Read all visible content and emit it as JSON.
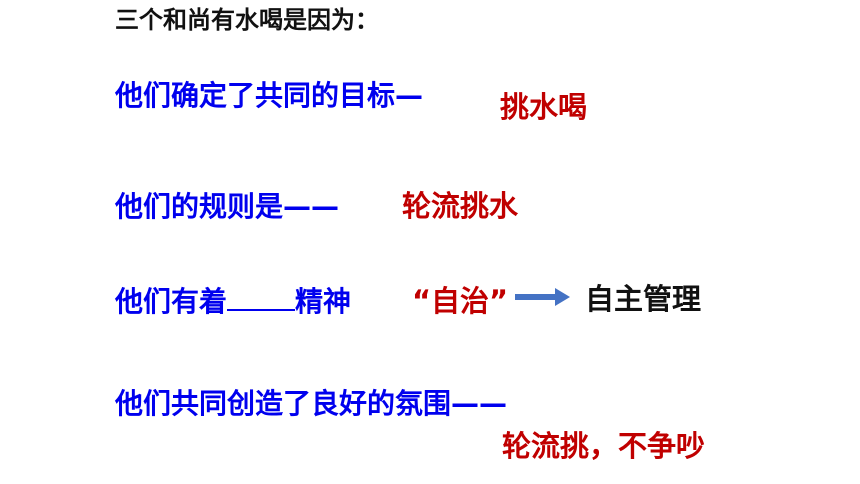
{
  "heading": "三个和尚有水喝是因为：",
  "rows": {
    "goal": {
      "label": "他们确定了共同的目标—",
      "answer": "挑水喝"
    },
    "rule": {
      "label": "他们的规则是——",
      "answer": "轮流挑水"
    },
    "spirit": {
      "label_before": "他们有着",
      "label_after": "精神",
      "answer": "“自治”",
      "arrow_icon": "right-arrow-icon",
      "result": "自主管理"
    },
    "atmosphere": {
      "label": "他们共同创造了良好的氛围——",
      "answer": "轮流挑，不争吵"
    }
  },
  "colors": {
    "question": "#0000ee",
    "answer": "#c00000",
    "heading": "#111111",
    "arrow": "#4472c4"
  }
}
